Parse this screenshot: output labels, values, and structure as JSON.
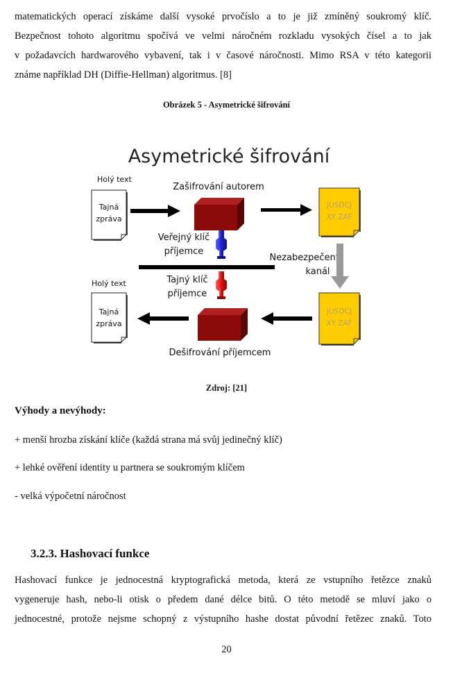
{
  "intro_lines": [
    "matematických operací získáme další vysoké prvočíslo a to je již zmíněný soukromý klíč.",
    "Bezpečnost tohoto algoritmu spočívá ve velmi náročném rozkladu vysokých čísel a to jak",
    "v požadavcích hardwarového vybavení, tak i v časové náročnosti. Mimo RSA v této kategorii",
    "známe například DH (Diffie-Hellman) algoritmus. [8]"
  ],
  "figure": {
    "caption": "Obrázek 5 - Asymetrické šifrování",
    "title": "Asymetrické šifrování",
    "top_doc_label": "Holý text",
    "top_doc_text_1": "Tajná",
    "top_doc_text_2": "zpráva",
    "bottom_doc_label": "Holý text",
    "bottom_doc_text_1": "Tajná",
    "bottom_doc_text_2": "zpráva",
    "encrypt_label": "Zašifrování autorem",
    "decrypt_label": "Dešifrování příjemcem",
    "public_key_label_1": "Veřejný klíč",
    "public_key_label_2": "příjemce",
    "private_key_label_1": "Tajný klíč",
    "private_key_label_2": "příjemce",
    "channel_label_1": "Nezabezpečený",
    "channel_label_2": "kanál",
    "cipher_top_1": "JUSDCJ",
    "cipher_top_2": "XY ZAF",
    "cipher_bottom_1": "JUSDCJ",
    "cipher_bottom_2": "XY ZAF",
    "colors": {
      "box": "#8b0a0a",
      "cipher_doc": "#ffcc00",
      "public_key": "#2020cc",
      "private_key": "#e01010",
      "channel_arrow": "#999999"
    },
    "source": "Zdroj: [21]"
  },
  "pros_cons": {
    "heading": "Výhody a nevýhody:",
    "items": [
      "+ menší hrozba získání klíče (každá strana má svůj jedinečný klíč)",
      "+ lehké ověření identity u partnera se soukromým klíčem",
      "- velká výpočetní náročnost"
    ]
  },
  "section": {
    "heading": "3.2.3. Hashovací funkce",
    "lines": [
      "Hashovací funkce je jednocestná kryptografická metoda, která ze vstupního řetězce znaků",
      "vygeneruje hash, nebo-li otisk o předem dané délce bitů. O této metodě se mluví jako o",
      "jednocestné, protože nejsme schopný z výstupního hashe dostat původní řetězec znaků. Toto"
    ]
  },
  "page_number": "20"
}
